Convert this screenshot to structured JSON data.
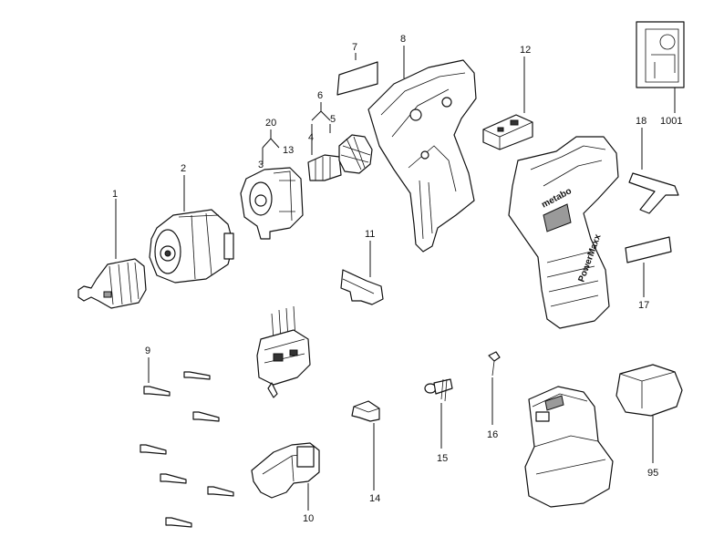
{
  "diagram": {
    "part_numbers": {
      "p1": "1",
      "p2": "2",
      "p3": "3",
      "p4": "4",
      "p5": "5",
      "p6": "6",
      "p7": "7",
      "p8": "8",
      "p9": "9",
      "p10": "10",
      "p11": "11",
      "p12": "12",
      "p13": "13",
      "p14": "14",
      "p15": "15",
      "p16": "16",
      "p17": "17",
      "p18": "18",
      "p20": "20",
      "p95": "95",
      "p1001": "1001"
    },
    "housing_brand": "metabo",
    "grip_label": "PowerMaxx"
  }
}
